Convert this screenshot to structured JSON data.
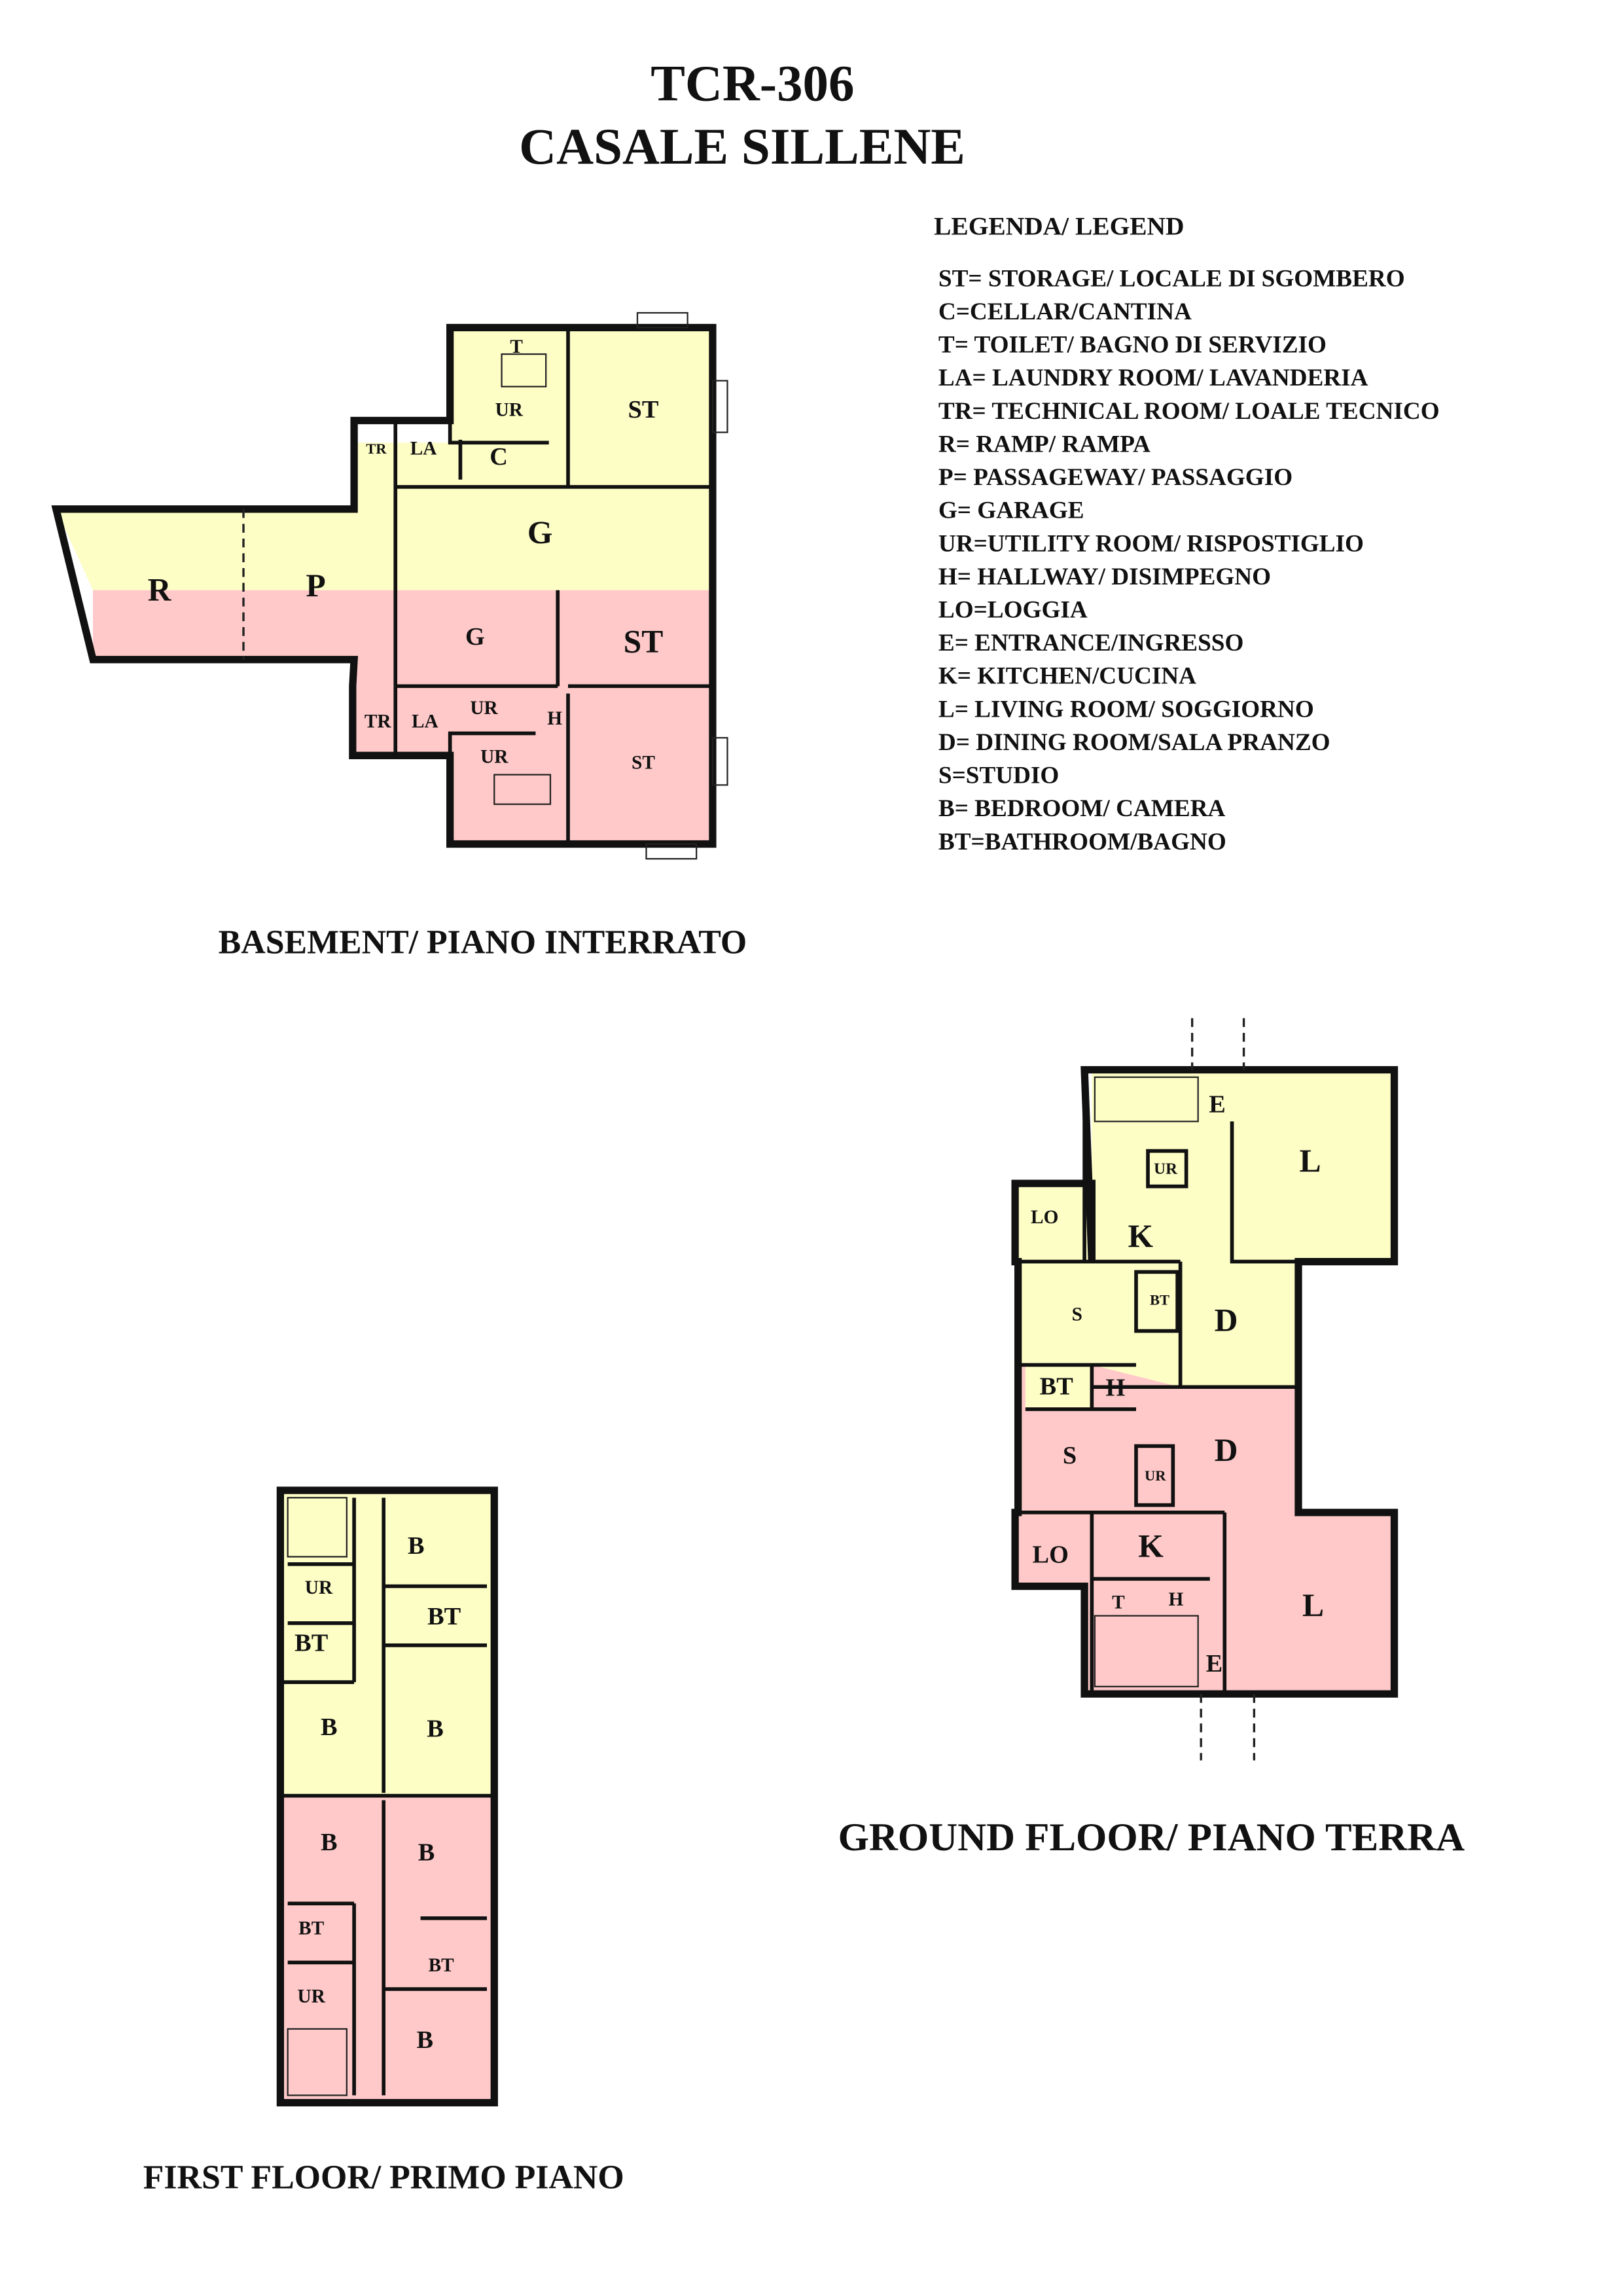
{
  "header": {
    "code": "TCR-306",
    "name": "CASALE SILLENE"
  },
  "legend": {
    "title": "LEGENDA/ LEGEND",
    "items": [
      "ST= STORAGE/ LOCALE DI SGOMBERO",
      "C=CELLAR/CANTINA",
      "T= TOILET/ BAGNO  DI SERVIZIO",
      "LA= LAUNDRY ROOM/ LAVANDERIA",
      "TR= TECHNICAL ROOM/ LOALE TECNICO",
      "R= RAMP/ RAMPA",
      "P= PASSAGEWAY/ PASSAGGIO",
      "G= GARAGE",
      "UR=UTILITY ROOM/ RISPOSTIGLIO",
      "H= HALLWAY/ DISIMPEGNO",
      "LO=LOGGIA",
      "E= ENTRANCE/INGRESSO",
      "K= KITCHEN/CUCINA",
      "L= LIVING ROOM/ SOGGIORNO",
      "D= DINING ROOM/SALA PRANZO",
      "S=STUDIO",
      "B= BEDROOM/ CAMERA",
      "BT=BATHROOM/BAGNO"
    ]
  },
  "basement": {
    "label": "BASEMENT/ PIANO INTERRATO",
    "rooms": [
      "T",
      "UR",
      "ST",
      "TR",
      "LA",
      "C",
      "G",
      "R",
      "P",
      "G",
      "ST",
      "TR",
      "LA",
      "UR",
      "H",
      "UR",
      "ST"
    ]
  },
  "ground": {
    "label": "GROUND FLOOR/ PIANO TERRA",
    "rooms": [
      "E",
      "L",
      "UR",
      "LO",
      "K",
      "S",
      "BT",
      "D",
      "BT",
      "H",
      "S",
      "D",
      "UR",
      "LO",
      "K",
      "T",
      "H",
      "L",
      "E"
    ]
  },
  "first": {
    "label": "FIRST FLOOR/ PRIMO PIANO",
    "rooms": [
      "B",
      "UR",
      "BT",
      "BT",
      "B",
      "B",
      "B",
      "B",
      "BT",
      "BT",
      "UR",
      "B"
    ]
  },
  "colors": {
    "unit_a": "#fdfdc6",
    "unit_b": "#ffc9c9"
  }
}
